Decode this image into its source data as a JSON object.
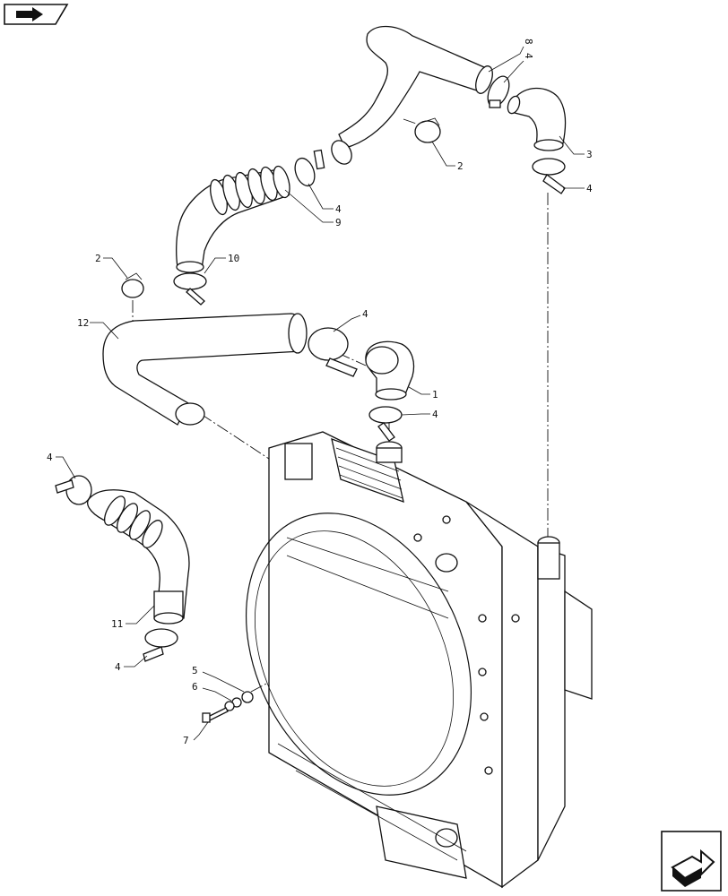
{
  "navigation": {
    "previous_icon": "previous-page-arrow-icon",
    "next_icon": "next-page-arrow-icon"
  },
  "callouts": {
    "c1": "1",
    "c2a": "2",
    "c2b": "2",
    "c3": "3",
    "c4a": "4",
    "c4b": "4",
    "c4c": "4",
    "c4d": "4",
    "c4e": "4",
    "c4f": "4",
    "c4g": "4",
    "c5": "5",
    "c6": "6",
    "c7": "7",
    "c8": "8",
    "c9": "9",
    "c10": "10",
    "c11": "11",
    "c12": "12"
  }
}
